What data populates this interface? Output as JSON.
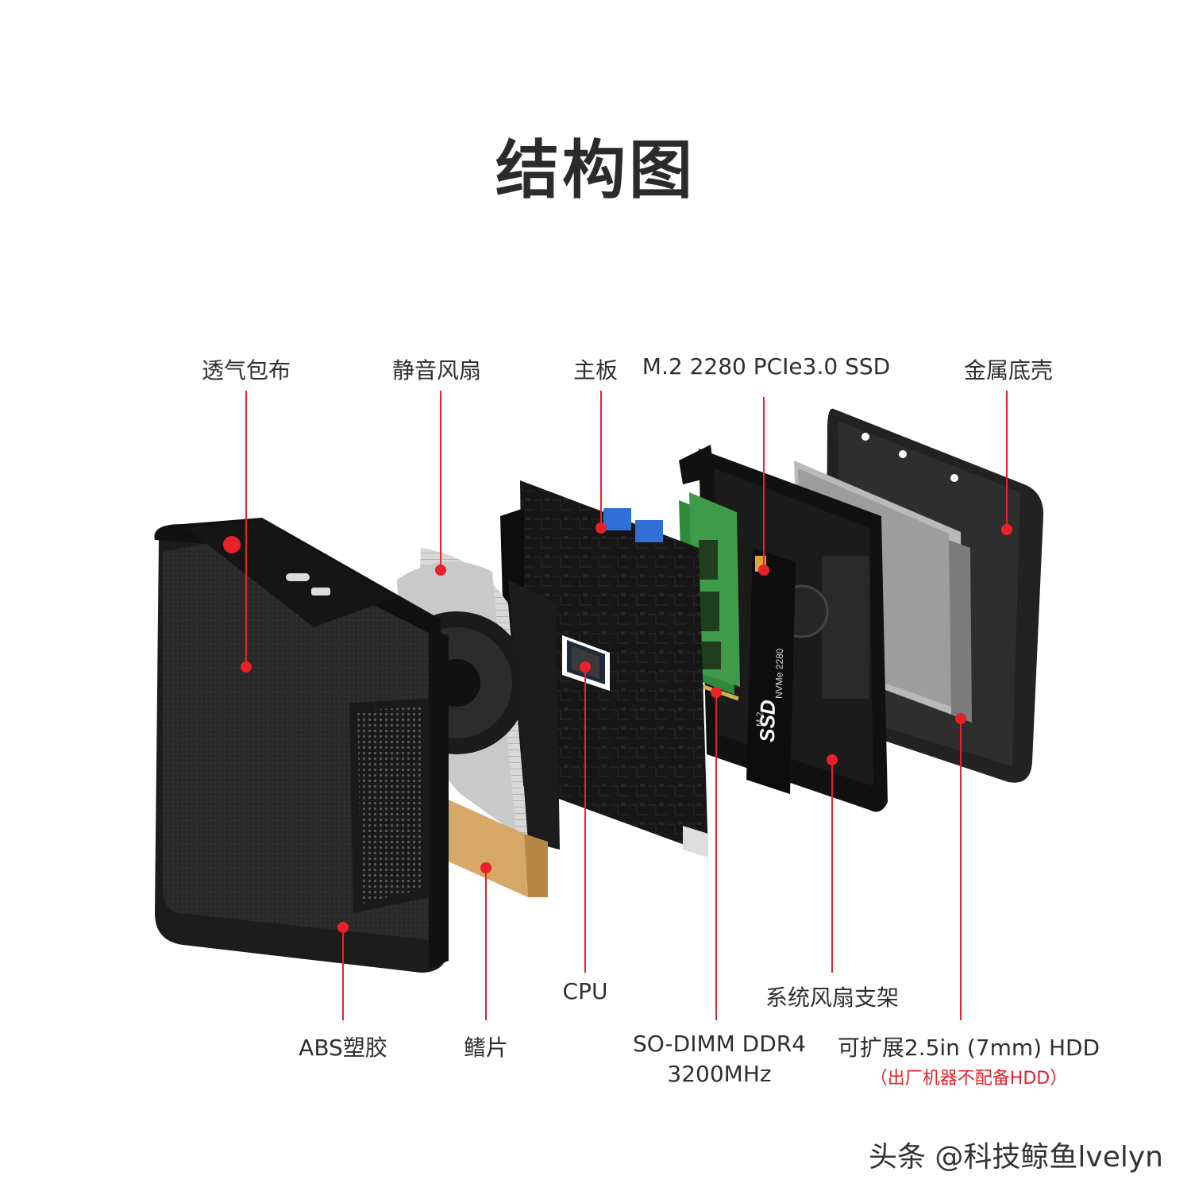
{
  "title": "结构图",
  "labels_top": {
    "fabric": "透气包布",
    "fan": "静音风扇",
    "board": "主板",
    "ssd": "M.2 2280 PCIe3.0 SSD",
    "bottom_shell": "金属底壳"
  },
  "labels_bottom": {
    "abs": "ABS塑胶",
    "fins": "鳍片",
    "cpu": "CPU",
    "ram_line1": "SO-DIMM DDR4",
    "ram_line2": "3200MHz",
    "bracket": "系统风扇支架",
    "hdd": "可扩展2.5in (7mm) HDD",
    "hdd_note": "（出厂机器不配备HDD）"
  },
  "ssd_printed": {
    "brand": "SSD",
    "model": "M.2",
    "spec": "NVMe 2280"
  },
  "watermark": "头条 @科技鲸鱼lvelyn",
  "colors": {
    "leader": "#e8212a",
    "case": "#1c1c1c",
    "ram": "#3f9a4a",
    "fin_copper": "#d6a766"
  }
}
